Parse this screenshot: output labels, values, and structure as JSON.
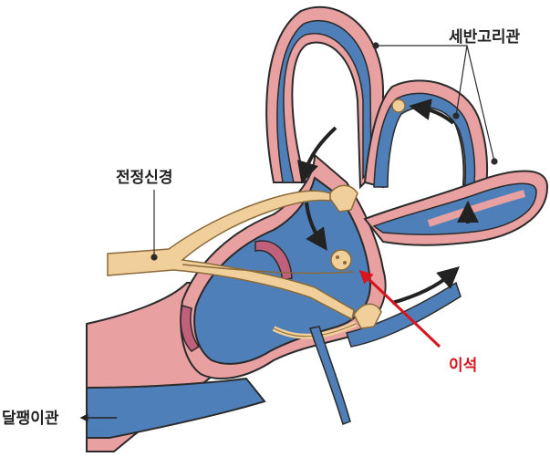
{
  "labels": {
    "semicircular_canals": "세반고리관",
    "vestibular_nerve": "전정신경",
    "otolith": "이석",
    "cochlea": "달팽이관"
  },
  "colors": {
    "membrane": "#e8a0a0",
    "fluid": "#4f7fb8",
    "outline": "#2b2b2b",
    "nerve": "#f0cf9a",
    "nerve_outline": "#8a6a3a",
    "arrow": "#222222",
    "highlight": "#d8141e",
    "text": "#222222"
  }
}
